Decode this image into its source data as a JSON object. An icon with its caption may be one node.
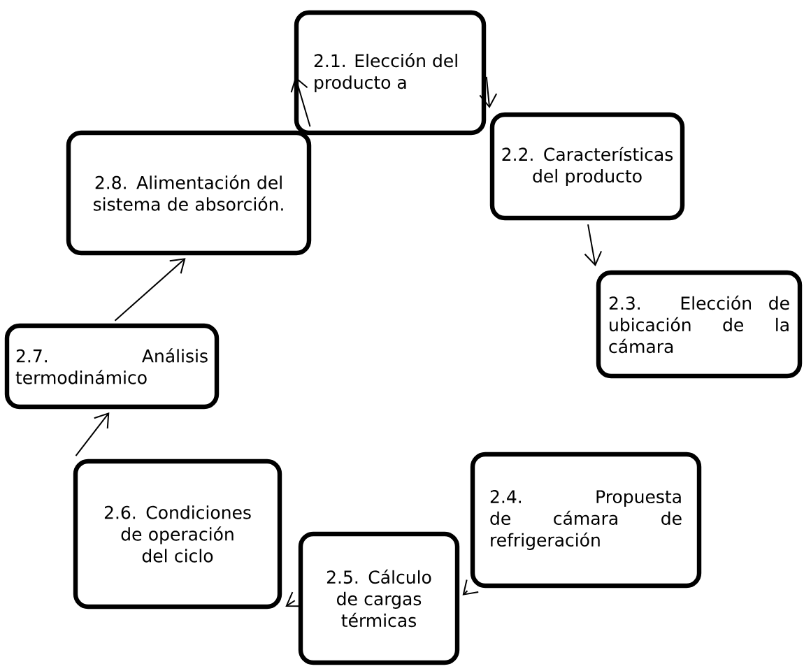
{
  "diagram": {
    "nodes": [
      {
        "text": [
          "2.1. Elección del producto a"
        ]
      },
      {
        "text": [
          "2.2. Características del producto"
        ]
      },
      {
        "text": [
          "2.3. Elección de ubicación de la cámara"
        ]
      },
      {
        "text": [
          "2.4. Propuesta de cámara de refrigeración"
        ]
      },
      {
        "text": [
          "2.5. Cálculo de cargas térmicas"
        ]
      },
      {
        "text": [
          "2.6. Condiciones de operación del ciclo"
        ]
      },
      {
        "text": [
          "2.7. Análisis termodinámico"
        ]
      },
      {
        "text": [
          "2.8. Alimentación del sistema de absorción."
        ]
      }
    ],
    "edges": [
      {
        "from": 0,
        "to": 1,
        "arrow": "to"
      },
      {
        "from": 1,
        "to": 2,
        "arrow": "to"
      },
      {
        "from": 3,
        "to": 4,
        "arrow": "to"
      },
      {
        "from": 4,
        "to": 5,
        "arrow": "to"
      },
      {
        "from": 5,
        "to": 6,
        "arrow": "to"
      },
      {
        "from": 6,
        "to": 7,
        "arrow": "to"
      },
      {
        "from": 7,
        "to": 0,
        "arrow": "to"
      }
    ]
  }
}
